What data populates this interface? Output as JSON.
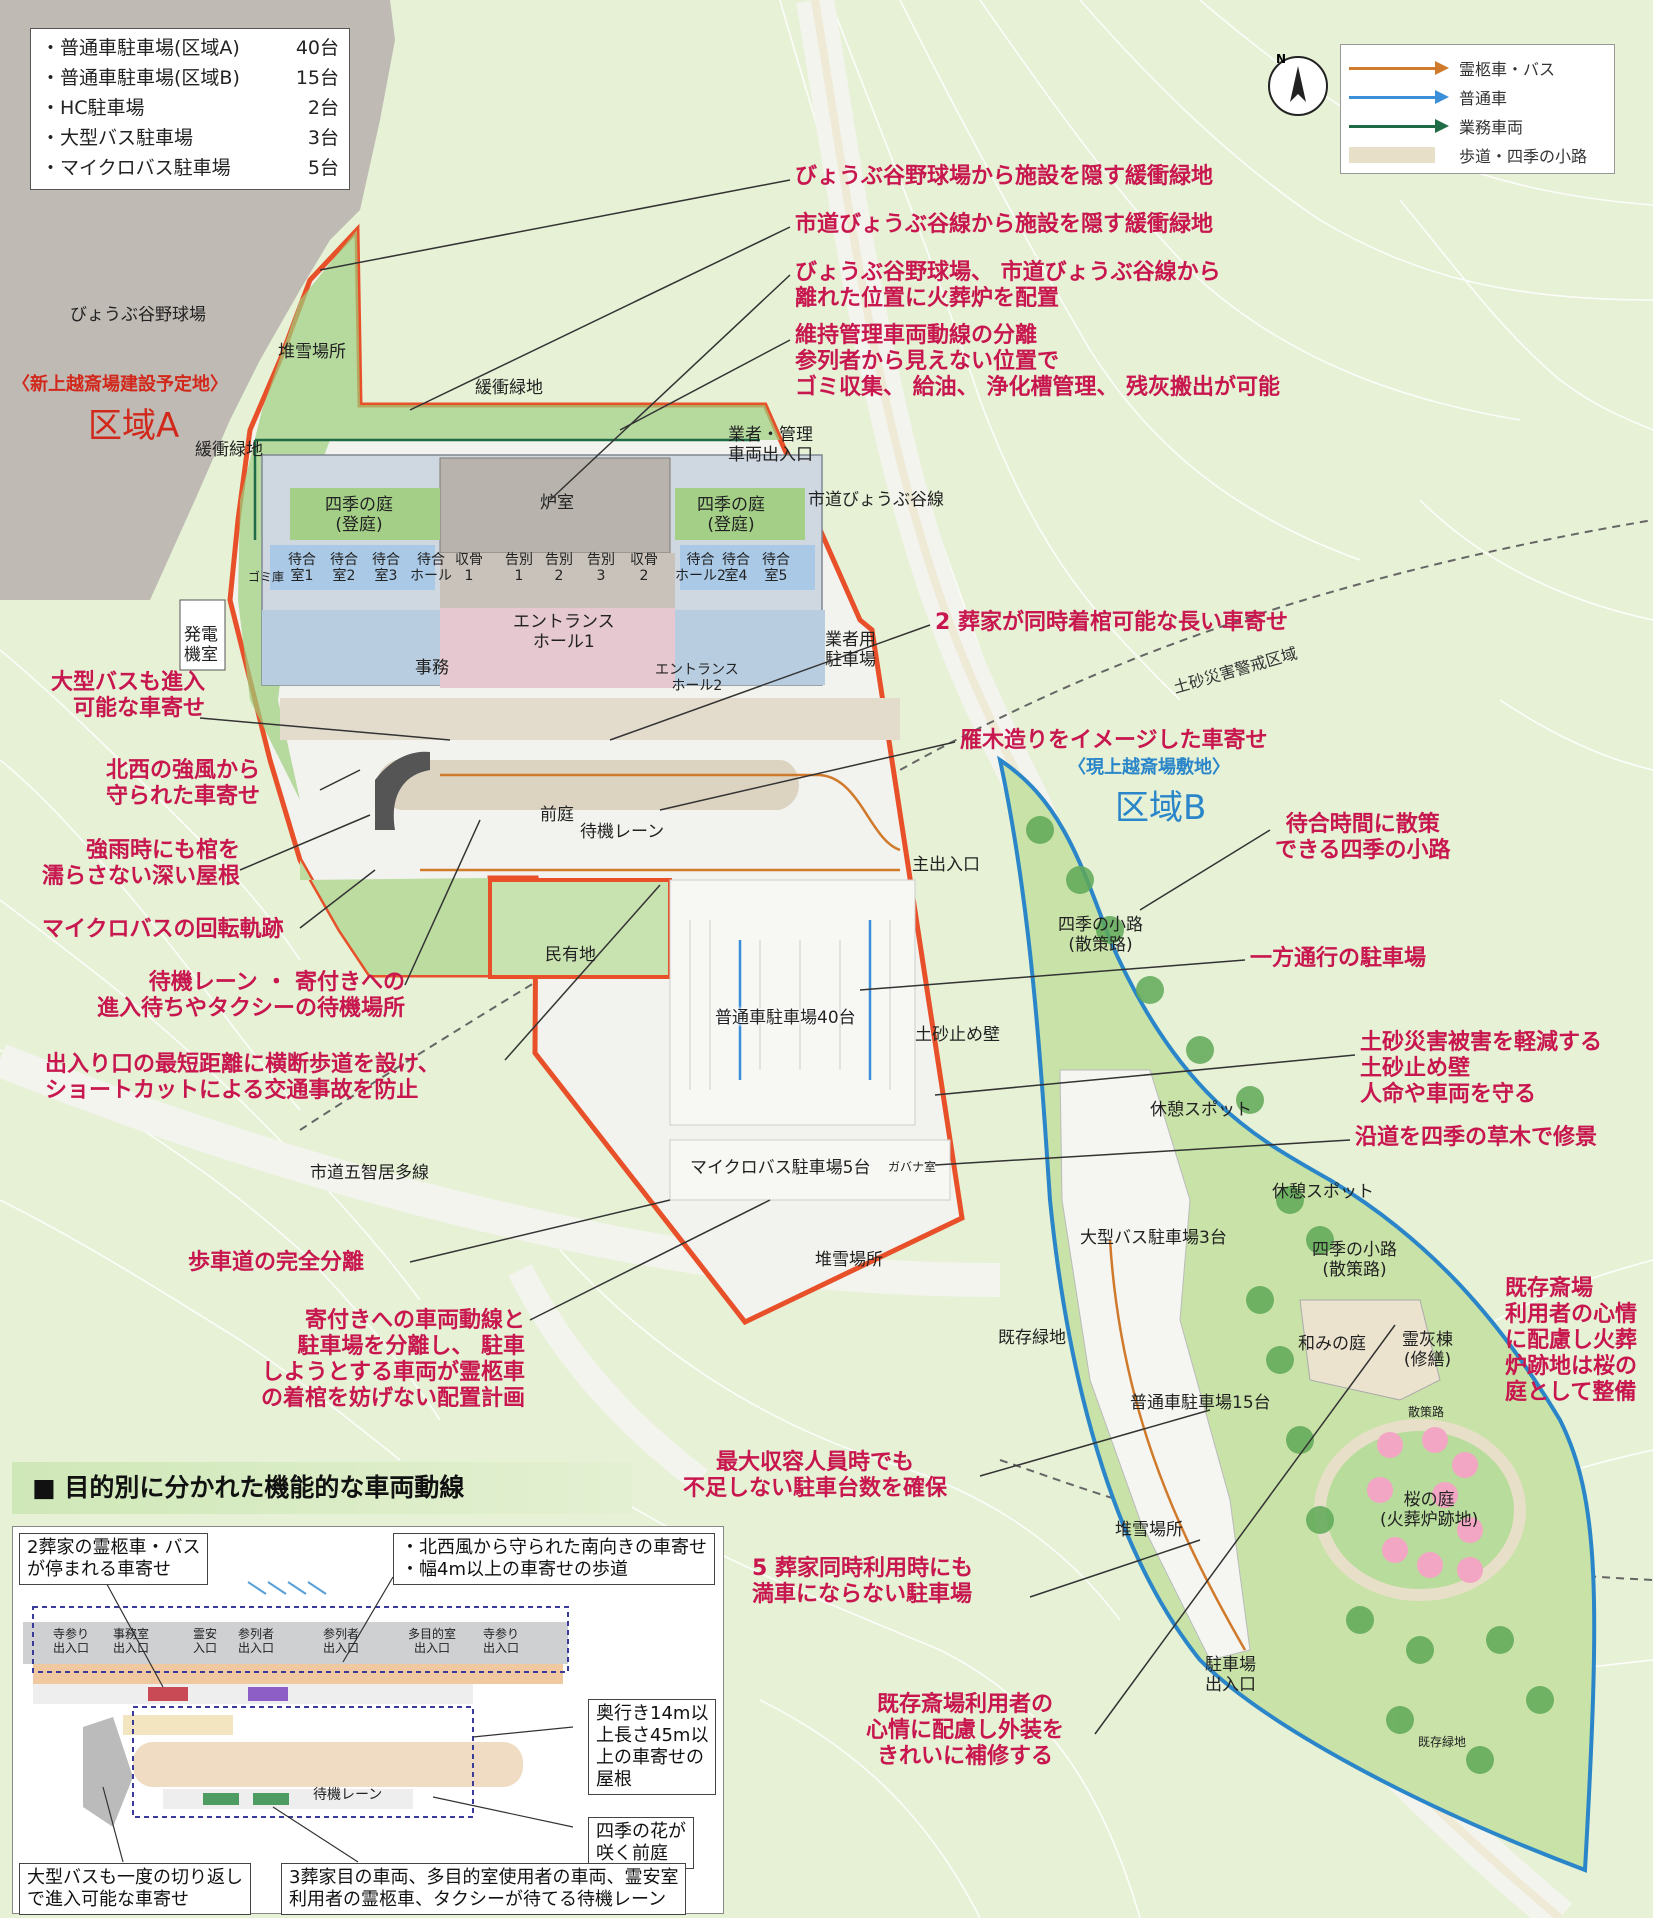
{
  "parking_summary": [
    {
      "name": "・普通車駐車場(区域A)",
      "count": "40台"
    },
    {
      "name": "・普通車駐車場(区域B)",
      "count": "15台"
    },
    {
      "name": "・HC駐車場",
      "count": "2台"
    },
    {
      "name": "・大型バス駐車場",
      "count": "3台"
    },
    {
      "name": "・マイクロバス駐車場",
      "count": "5台"
    }
  ],
  "legend": [
    {
      "label": "霊柩車・バス",
      "color": "#d07a2b",
      "style": "arrow"
    },
    {
      "label": "普通車",
      "color": "#3a8fd8",
      "style": "arrow"
    },
    {
      "label": "業務車両",
      "color": "#1f6b45",
      "style": "arrow"
    },
    {
      "label": "歩道・四季の小路",
      "color": "#e8dfc9",
      "style": "swatch"
    }
  ],
  "compass": {
    "north": "N"
  },
  "zones": {
    "a_title": "〈新上越斎場建設予定地〉",
    "a_name": "区域A",
    "b_title": "〈現上越斎場敷地〉",
    "b_name": "区域B",
    "hazard": "土砂災害警戒区域"
  },
  "map_labels": {
    "ballpark": "びょうぶ谷野球場",
    "snow1": "堆雪場所",
    "buffer_top": "緩衝緑地",
    "buffer_left": "緩衝緑地",
    "gen1": "発電",
    "gen2": "機室",
    "garden_l1": "四季の庭",
    "garden_l2": "(登庭)",
    "garden_r1": "四季の庭",
    "garden_r2": "(登庭)",
    "furnace": "炉室",
    "w1a": "待合",
    "w1b": "室1",
    "w2a": "待合",
    "w2b": "室2",
    "w3a": "待合",
    "w3b": "室3",
    "wh1a": "待合",
    "wh1b": "ホール",
    "k1a": "収骨",
    "k1b": "1",
    "f1a": "告別",
    "f1b": "1",
    "f2a": "告別",
    "f2b": "2",
    "f3a": "告別",
    "f3b": "3",
    "k2a": "収骨",
    "k2b": "2",
    "wh2a": "待合",
    "wh2b": "ホール2",
    "w4a": "待合",
    "w4b": "室4",
    "w5a": "待合",
    "w5b": "室5",
    "gomi": "ゴミ庫",
    "entrance1a": "エントランス",
    "entrance1b": "ホール1",
    "entrance2a": "エントランス",
    "entrance2b": "ホール2",
    "office": "事務",
    "vendor_in1": "業者・管理",
    "vendor_in2": "車両出入口",
    "city_road": "市道びょうぶ谷線",
    "vendor_park1": "業者用",
    "vendor_park2": "駐車場",
    "courtyard": "前庭",
    "waiting_lane": "待機レーン",
    "main_entrance": "主出入口",
    "private_land": "民有地",
    "parking40": "普通車駐車場40台",
    "retaining": "土砂止め壁",
    "micro5": "マイクロバス駐車場5台",
    "gas": "ガバナ室",
    "road_gochi": "市道五智居多線",
    "snow2": "堆雪場所",
    "existing_green": "既存緑地",
    "path1a": "四季の小路",
    "path1b": "(散策路)",
    "rest1": "休憩スポット",
    "rest2": "休憩スポット",
    "path2a": "四季の小路",
    "path2b": "(散策路)",
    "bus3": "大型バス駐車場3台",
    "nagomi": "和みの庭",
    "ash1": "霊灰棟",
    "ash2": "(修繕)",
    "sanpo": "散策路",
    "parking15": "普通車駐車場15台",
    "snow3": "堆雪場所",
    "sakura1": "桜の庭",
    "sakura2": "(火葬炉跡地)",
    "park_exit1": "駐車場",
    "park_exit2": "出入口",
    "existing_green2": "既存緑地"
  },
  "notes": {
    "n1": "びょうぶ谷野球場から施設を隠す緩衝緑地",
    "n2": "市道びょうぶ谷線から施設を隠す緩衝緑地",
    "n3a": "びょうぶ谷野球場、 市道びょうぶ谷線から",
    "n3b": "離れた位置に火葬炉を配置",
    "n4a": "維持管理車両動線の分離",
    "n4b": "参列者から見えない位置で",
    "n4c": "ゴミ収集、 給油、 浄化槽管理、 残灰搬出が可能",
    "n5": "2 葬家が同時着棺可能な長い車寄せ",
    "n6": "雁木造りをイメージした車寄せ",
    "n7a": "待合時間に散策",
    "n7b": "できる四季の小路",
    "n8": "一方通行の駐車場",
    "n9a": "土砂災害被害を軽減する",
    "n9b": "土砂止め壁",
    "n9c": "人命や車両を守る",
    "n10": "沿道を四季の草木で修景",
    "n11a": "既存斎場",
    "n11b": "利用者の心情",
    "n11c": "に配慮し火葬",
    "n11d": "炉跡地は桜の",
    "n11e": "庭として整備",
    "n12a": "大型バスも進入",
    "n12b": "可能な車寄せ",
    "n13a": "北西の強風から",
    "n13b": "守られた車寄せ",
    "n14a": "強雨時にも棺を",
    "n14b": "濡らさない深い屋根",
    "n15": "マイクロバスの回転軌跡",
    "n16a": "待機レーン ・ 寄付きへの",
    "n16b": "進入待ちやタクシーの待機場所",
    "n17a": "出入り口の最短距離に横断歩道を設け、",
    "n17b": "ショートカットによる交通事故を防止",
    "n18": "歩車道の完全分離",
    "n19a": "寄付きへの車両動線と",
    "n19b": "駐車場を分離し、 駐車",
    "n19c": "しようとする車両が霊柩車",
    "n19d": "の着棺を妨げない配置計画",
    "n20a": "最大収容人員時でも",
    "n20b": "不足しない駐車台数を確保",
    "n21a": "5 葬家同時利用時にも",
    "n21b": "満車にならない駐車場",
    "n22a": "既存斎場利用者の",
    "n22b": "心情に配慮し外装を",
    "n22c": "きれいに補修する"
  },
  "section_title": "■ 目的別に分かれた機能的な車両動線",
  "inset": {
    "c1a": "2葬家の霊柩車・バス",
    "c1b": "が停まれる車寄せ",
    "c2a": "・北西風から守られた南向きの車寄せ",
    "c2b": "・幅4m以上の車寄せの歩道",
    "c3a": "奥行き14m以",
    "c3b": "上長さ45m以",
    "c3c": "上の車寄せの",
    "c3d": "屋根",
    "c4a": "四季の花が",
    "c4b": "咲く前庭",
    "c5a": "大型バスも一度の切り返し",
    "c5b": "で進入可能な車寄せ",
    "c6a": "3葬家目の車両、多目的室使用者の車両、霊安室",
    "c6b": "利用者の霊柩車、タクシーが待てる待機レーン",
    "d1a": "寺参り",
    "d1b": "出入口",
    "d2a": "事務室",
    "d2b": "出入口",
    "d3a": "霊安",
    "d3b": "入口",
    "d4a": "参列者",
    "d4b": "出入口",
    "d5a": "参列者",
    "d5b": "出入口",
    "d6a": "多目的室",
    "d6b": "出入口",
    "d7a": "寺参り",
    "d7b": "出入口",
    "lane": "待機レーン"
  }
}
